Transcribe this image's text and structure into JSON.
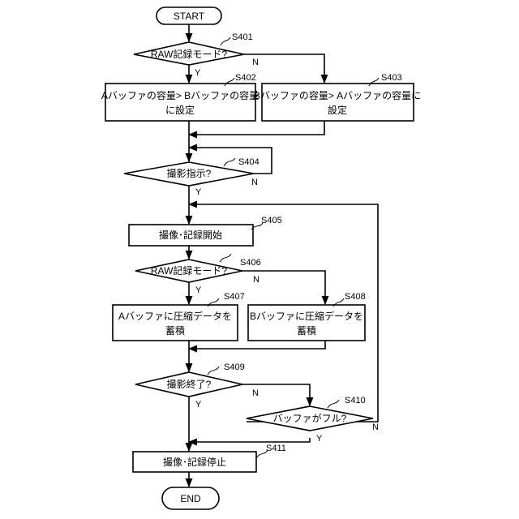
{
  "diagram": {
    "start": "START",
    "end": "END",
    "s401": {
      "step": "S401",
      "text": "RAW記録モード?",
      "yes": "Y",
      "no": "N"
    },
    "s402": {
      "step": "S402",
      "line1": "Aバッファの容量> Bバッファの容量",
      "line2": "に設定"
    },
    "s403": {
      "step": "S403",
      "line1": "Bバッファの容量> Aバッファの容量に",
      "line2": "設定"
    },
    "s404": {
      "step": "S404",
      "text": "撮影指示?",
      "yes": "Y",
      "no": "N"
    },
    "s405": {
      "step": "S405",
      "text": "撮像･記録開始"
    },
    "s406": {
      "step": "S406",
      "text": "RAW記録モード?",
      "yes": "Y",
      "no": "N"
    },
    "s407": {
      "step": "S407",
      "line1": "Aバッファに圧縮データを",
      "line2": "蓄積"
    },
    "s408": {
      "step": "S408",
      "line1": "Bバッファに圧縮データを",
      "line2": "蓄積"
    },
    "s409": {
      "step": "S409",
      "text": "撮影終了?",
      "yes": "Y",
      "no": "N"
    },
    "s410": {
      "step": "S410",
      "text": "バッファがフル?",
      "yes": "Y",
      "no": "N"
    },
    "s411": {
      "step": "S411",
      "text": "撮像･記録停止"
    }
  }
}
